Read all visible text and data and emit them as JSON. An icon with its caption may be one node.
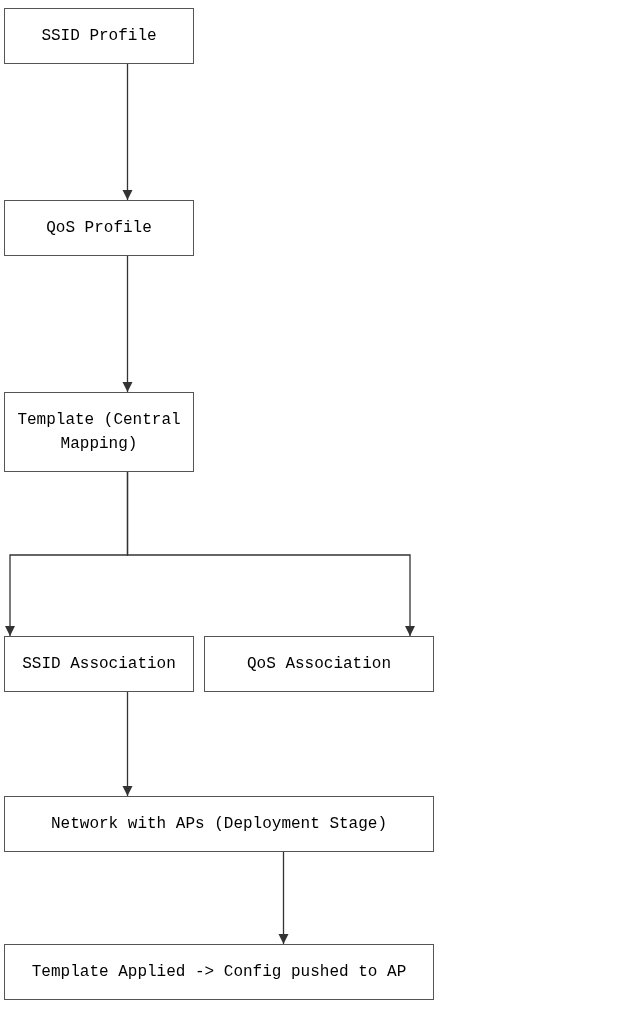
{
  "diagram": {
    "nodes": [
      {
        "text": [
          "SSID Profile"
        ]
      },
      {
        "text": [
          "QoS Profile"
        ]
      },
      {
        "text": [
          "Template (Central Mapping)"
        ]
      },
      {
        "text": [
          "SSID Association"
        ]
      },
      {
        "text": [
          "QoS Association"
        ]
      },
      {
        "text": [
          "Network with APs (Deployment Stage)"
        ]
      },
      {
        "text": [
          "Template Applied -> Config pushed to AP"
        ]
      }
    ],
    "edges": [
      {
        "from": 0,
        "to": 1,
        "arrow": "to"
      },
      {
        "from": 1,
        "to": 2,
        "arrow": "to"
      },
      {
        "from": 2,
        "to": 3,
        "arrow": "to"
      },
      {
        "from": 2,
        "to": 4,
        "arrow": "to"
      },
      {
        "from": 3,
        "to": 5,
        "arrow": "to"
      },
      {
        "from": 5,
        "to": 6,
        "arrow": "to"
      }
    ]
  }
}
